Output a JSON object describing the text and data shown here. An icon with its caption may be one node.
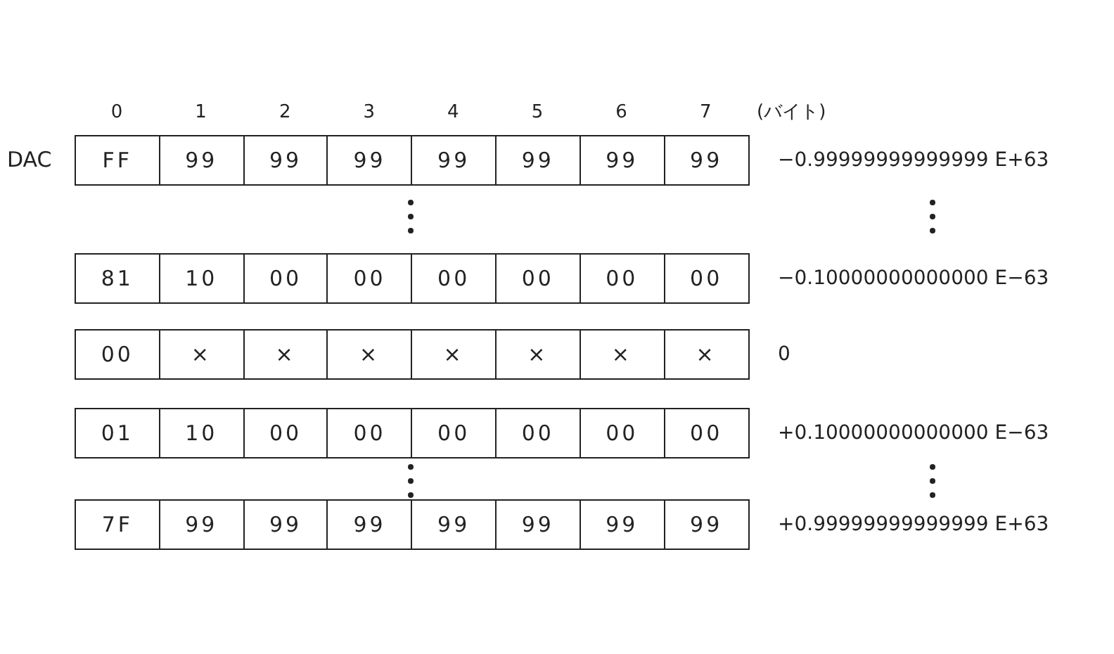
{
  "diagram": {
    "nodes": [
      {
        "text": [
          "FF"
        ]
      },
      {
        "text": [
          "99"
        ]
      },
      {
        "text": [
          "99"
        ]
      },
      {
        "text": [
          "99"
        ]
      },
      {
        "text": [
          "99"
        ]
      },
      {
        "text": [
          "99"
        ]
      },
      {
        "text": [
          "99"
        ]
      },
      {
        "text": [
          "99"
        ]
      },
      {
        "text": [
          "81"
        ]
      },
      {
        "text": [
          "10"
        ]
      },
      {
        "text": [
          "00"
        ]
      },
      {
        "text": [
          "00"
        ]
      },
      {
        "text": [
          "00"
        ]
      },
      {
        "text": [
          "00"
        ]
      },
      {
        "text": [
          "00"
        ]
      },
      {
        "text": [
          "00"
        ]
      },
      {
        "text": [
          "00"
        ]
      },
      {
        "text": [
          "×"
        ]
      },
      {
        "text": [
          "×"
        ]
      },
      {
        "text": [
          "×"
        ]
      },
      {
        "text": [
          "×"
        ]
      },
      {
        "text": [
          "×"
        ]
      },
      {
        "text": [
          "×"
        ]
      },
      {
        "text": [
          "×"
        ]
      },
      {
        "text": [
          "01"
        ]
      },
      {
        "text": [
          "10"
        ]
      },
      {
        "text": [
          "00"
        ]
      },
      {
        "text": [
          "00"
        ]
      },
      {
        "text": [
          "00"
        ]
      },
      {
        "text": [
          "00"
        ]
      },
      {
        "text": [
          "00"
        ]
      },
      {
        "text": [
          "00"
        ]
      },
      {
        "text": [
          "7F"
        ]
      },
      {
        "text": [
          "99"
        ]
      },
      {
        "text": [
          "99"
        ]
      },
      {
        "text": [
          "99"
        ]
      },
      {
        "text": [
          "99"
        ]
      },
      {
        "text": [
          "99"
        ]
      },
      {
        "text": [
          "99"
        ]
      },
      {
        "text": [
          "99"
        ]
      }
    ],
    "labels": [
      "0",
      "1",
      "2",
      "3",
      "4",
      "5",
      "6",
      "7",
      "(バイト)",
      "DAC",
      "−0.99999999999999 E+63",
      "−0.10000000000000 E−63",
      "0",
      "+0.10000000000000 E−63",
      "+0.99999999999999 E+63"
    ]
  }
}
